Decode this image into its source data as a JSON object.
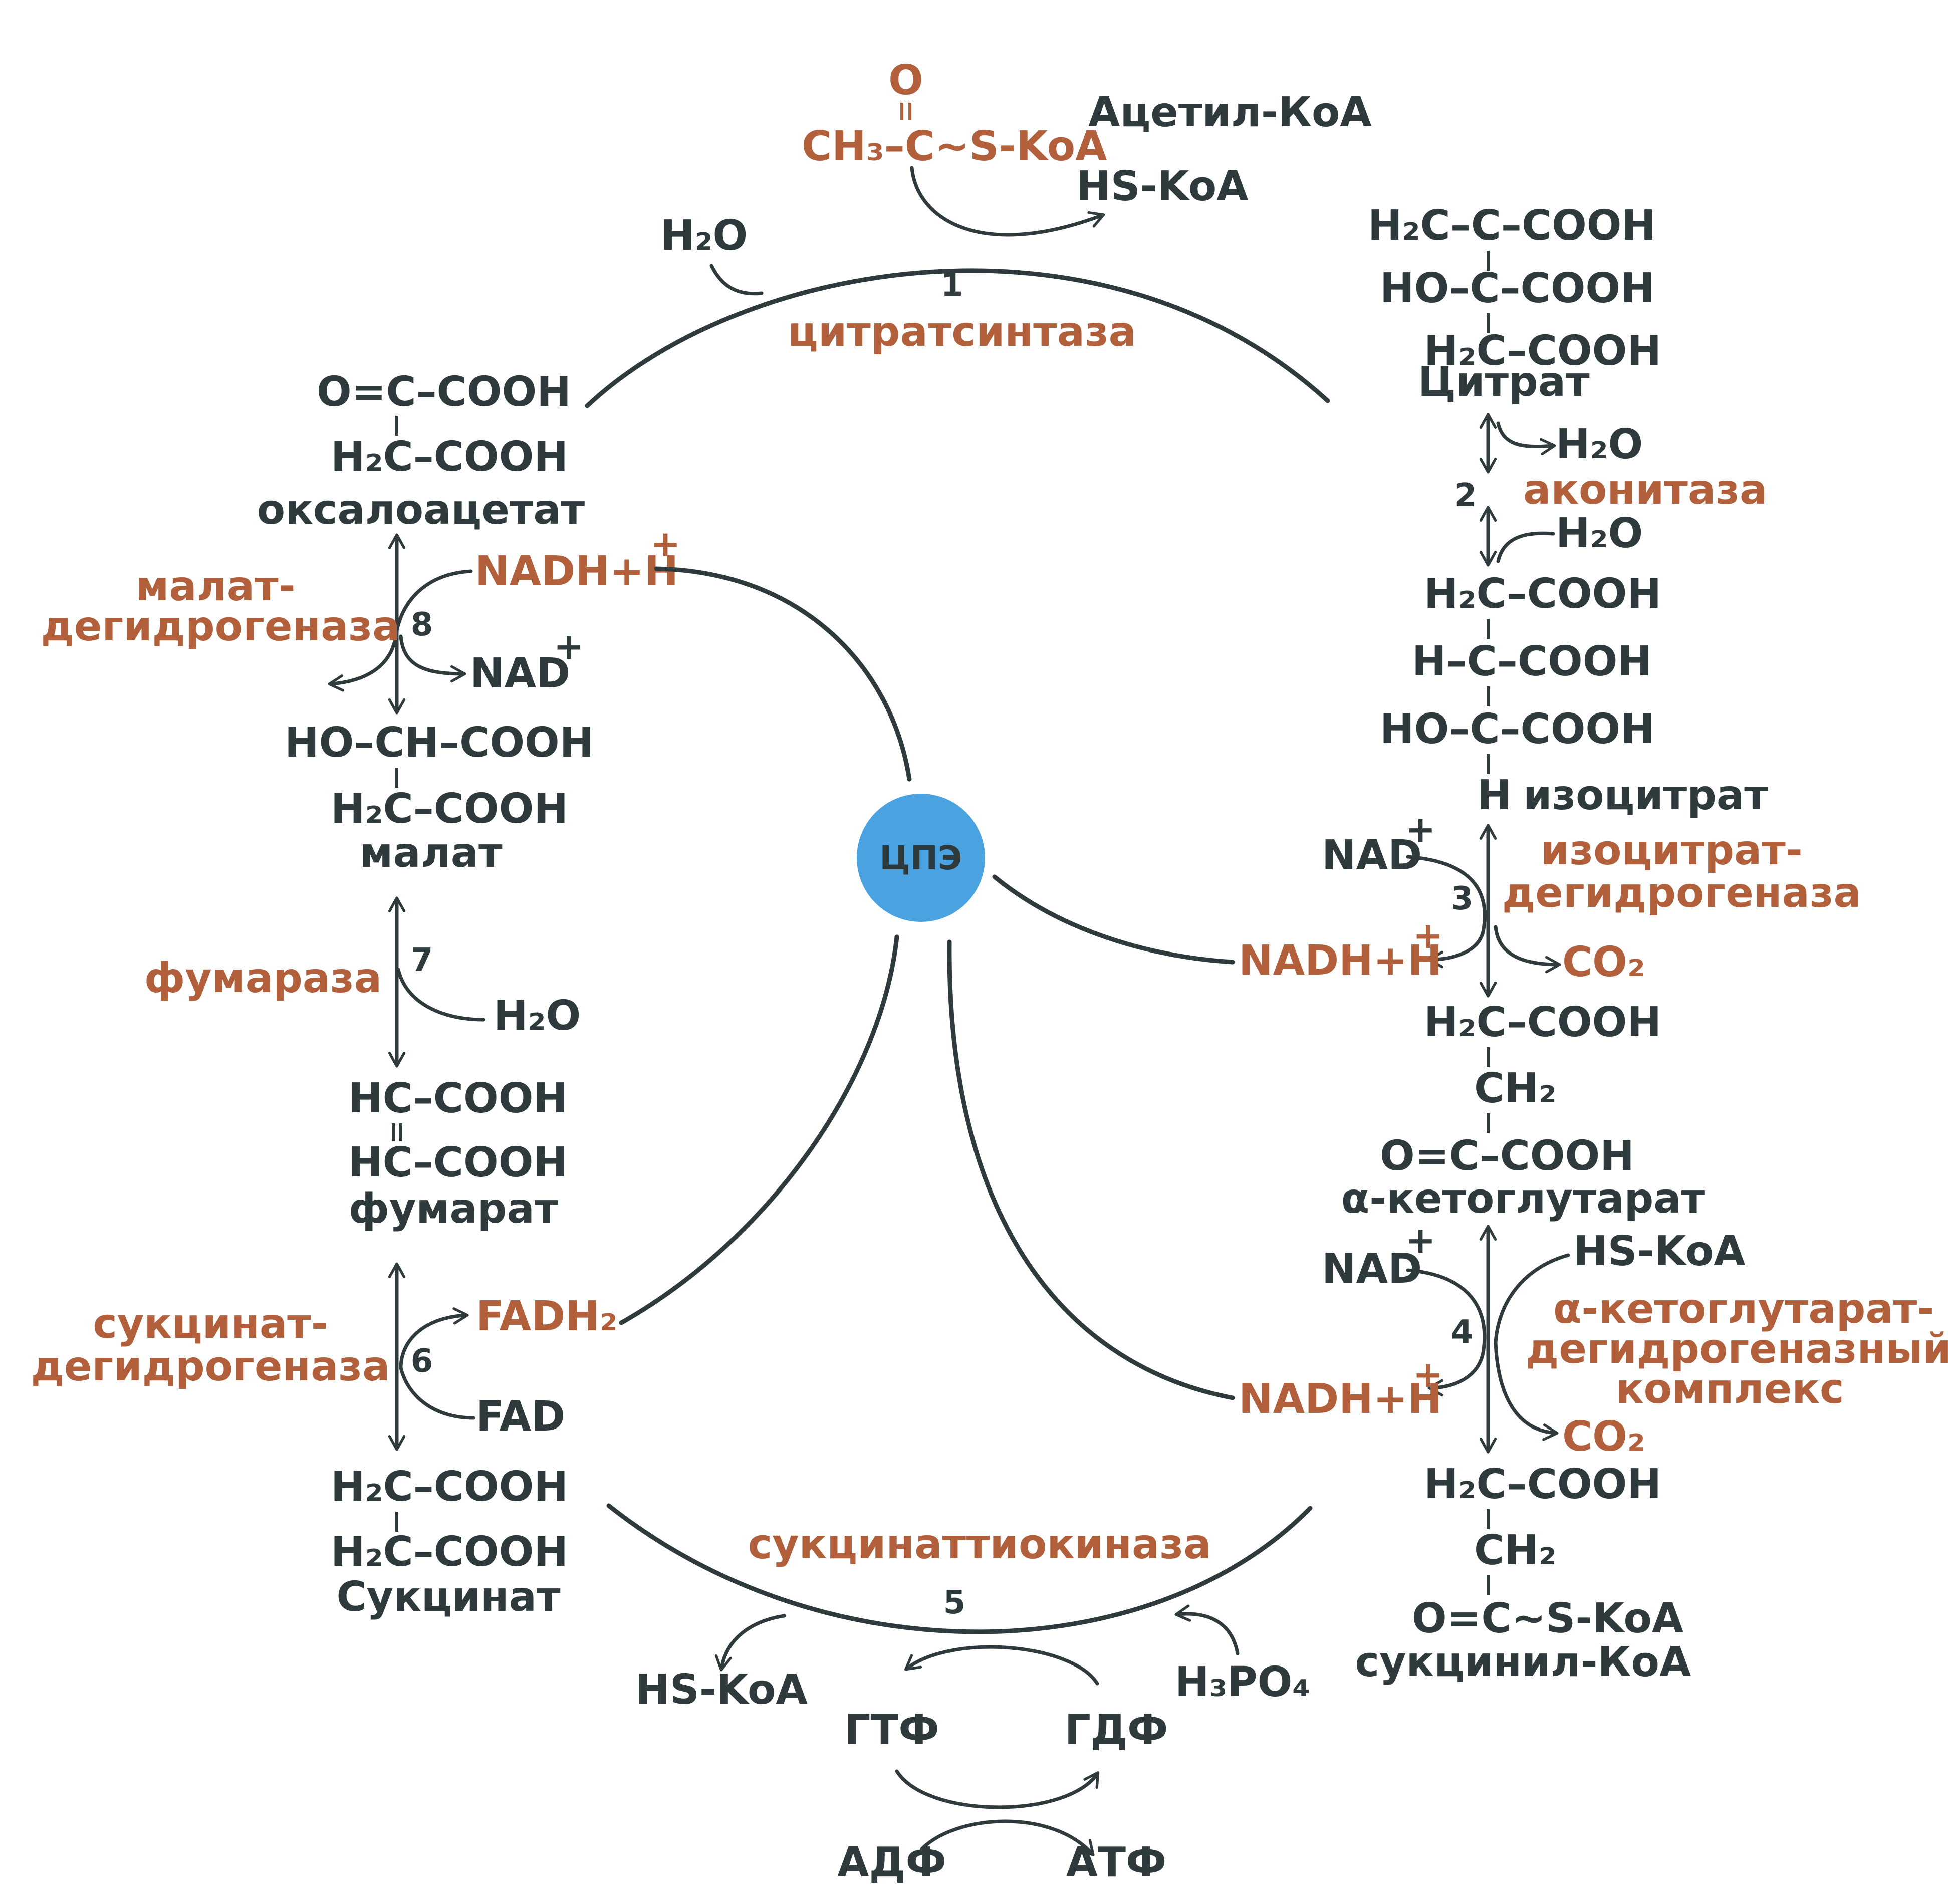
{
  "acetyl": {
    "formula_o": "O",
    "formula": "CH₃–C~S-KoA",
    "name": "Ацетил-КоА",
    "hskoa": "HS-KoA",
    "h2o": "H₂O"
  },
  "step1": {
    "num": "1",
    "enzyme": "цитратсинтаза"
  },
  "oxaloacetate": {
    "line1": "O=C–COOH",
    "line2": "H₂C–COOH",
    "name": "оксалоацетат"
  },
  "citrate": {
    "line1": "H₂C–C–COOH",
    "line2": "HO–C–COOH",
    "line3": "H₂C–COOH",
    "name": "Цитрат"
  },
  "step2": {
    "num": "2",
    "enzyme": "аконитаза",
    "h2o_out": "H₂O",
    "h2o_in": "H₂O"
  },
  "isocitrate": {
    "line1": "H₂C–COOH",
    "line2": "H–C–COOH",
    "line3": "HO–C–COOH",
    "line4": "H",
    "name": "изоцитрат"
  },
  "step3": {
    "num": "3",
    "enzyme_line1": "изоцитрат-",
    "enzyme_line2": "дегидрогеназа",
    "nad": "NAD",
    "nadh": "NADH+H",
    "co2": "CO₂",
    "plus": "+"
  },
  "akg": {
    "line1": "H₂C–COOH",
    "line2": "CH₂",
    "line3": "O=C–COOH",
    "name": "α-кетоглутарат"
  },
  "step4": {
    "num": "4",
    "enzyme_line1": "α-кетоглутарат-",
    "enzyme_line2": "дегидрогеназный",
    "enzyme_line3": "комплекс",
    "nad": "NAD",
    "nadh": "NADH+H",
    "hskoa": "HS-KoA",
    "co2": "CO₂",
    "plus": "+"
  },
  "succinylcoa": {
    "line1": "H₂C–COOH",
    "line2": "CH₂",
    "line3": "O=C~S-KoA",
    "name": "сукцинил-КоА"
  },
  "step5": {
    "num": "5",
    "enzyme": "сукцинаттиокиназа",
    "hskoa": "HS-KoA",
    "h3po4": "H₃PO₄",
    "gtf": "ГТФ",
    "gdf": "ГДФ",
    "adf": "АДФ",
    "atf": "АТФ"
  },
  "succinate": {
    "line1": "H₂C–COOH",
    "line2": "H₂C–COOH",
    "name": "Сукцинат"
  },
  "step6": {
    "num": "6",
    "enzyme_line1": "сукцинат-",
    "enzyme_line2": "дегидрогеназа",
    "fadh2": "FADH₂",
    "fad": "FAD"
  },
  "fumarate": {
    "line1": "HC–COOH",
    "line2": "HC–COOH",
    "name": "фумарат"
  },
  "step7": {
    "num": "7",
    "enzyme": "фумараза",
    "h2o": "H₂O"
  },
  "malate": {
    "line1": "HO–CH–COOH",
    "line2": "H₂C–COOH",
    "name": "малат"
  },
  "step8": {
    "num": "8",
    "enzyme_line1": "малат-",
    "enzyme_line2": "дегидрогеназа",
    "nadh": "NADH+H",
    "nad": "NAD",
    "plus": "+"
  },
  "etc": {
    "label": "ЦПЭ",
    "color": "#4aa3e0"
  },
  "colors": {
    "dark": "#2e3a3c",
    "accent": "#b2603c"
  }
}
